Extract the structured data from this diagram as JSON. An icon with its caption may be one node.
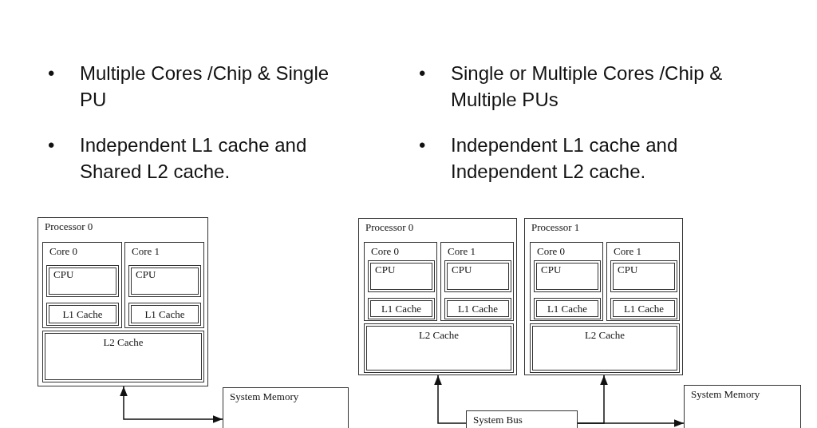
{
  "diagram": {
    "nodes": [
      {
        "text": [
          "Processor 0"
        ]
      },
      {
        "text": [
          "Core 0"
        ],
        "in": 0
      },
      {
        "text": [
          "CPU"
        ],
        "in": 1
      },
      {
        "text": [
          "L1 Cache"
        ],
        "in": 1
      },
      {
        "text": [
          "Core 1"
        ],
        "in": 0
      },
      {
        "text": [
          "CPU"
        ],
        "in": 4
      },
      {
        "text": [
          "L1 Cache"
        ],
        "in": 4
      },
      {
        "text": [
          "L2 Cache"
        ],
        "in": 0
      },
      {
        "text": [
          "System Memory"
        ]
      },
      {
        "text": [
          "Processor 0"
        ]
      },
      {
        "text": [
          "Core 0"
        ],
        "in": 9
      },
      {
        "text": [
          "CPU"
        ],
        "in": 10
      },
      {
        "text": [
          "L1 Cache"
        ],
        "in": 10
      },
      {
        "text": [
          "Core 1"
        ],
        "in": 9
      },
      {
        "text": [
          "CPU"
        ],
        "in": 13
      },
      {
        "text": [
          "L1 Cache"
        ],
        "in": 13
      },
      {
        "text": [
          "L2 Cache"
        ],
        "in": 9
      },
      {
        "text": [
          "Processor 1"
        ]
      },
      {
        "text": [
          "Core 0"
        ],
        "in": 17
      },
      {
        "text": [
          "CPU"
        ],
        "in": 18
      },
      {
        "text": [
          "L1 Cache"
        ],
        "in": 18
      },
      {
        "text": [
          "Core 1"
        ],
        "in": 17
      },
      {
        "text": [
          "CPU"
        ],
        "in": 21
      },
      {
        "text": [
          "L1 Cache"
        ],
        "in": 21
      },
      {
        "text": [
          "L2 Cache"
        ],
        "in": 17
      },
      {
        "text": [
          "System Bus"
        ]
      },
      {
        "text": [
          "System Memory"
        ]
      }
    ],
    "edges": [
      {
        "from": 0,
        "to": 8,
        "arrow": "both"
      },
      {
        "from": 25,
        "to": 9,
        "arrow": "to"
      },
      {
        "from": 25,
        "to": 17,
        "arrow": "to"
      },
      {
        "from": 25,
        "to": 26,
        "arrow": "to"
      }
    ],
    "labels": [
      "•",
      "Multiple Cores /Chip & Single PU",
      "•",
      "Independent L1 cache and Shared L2 cache.",
      "•",
      "Single or Multiple Cores /Chip & Multiple PUs",
      "•",
      "Independent L1 cache and Independent L2 cache."
    ]
  }
}
